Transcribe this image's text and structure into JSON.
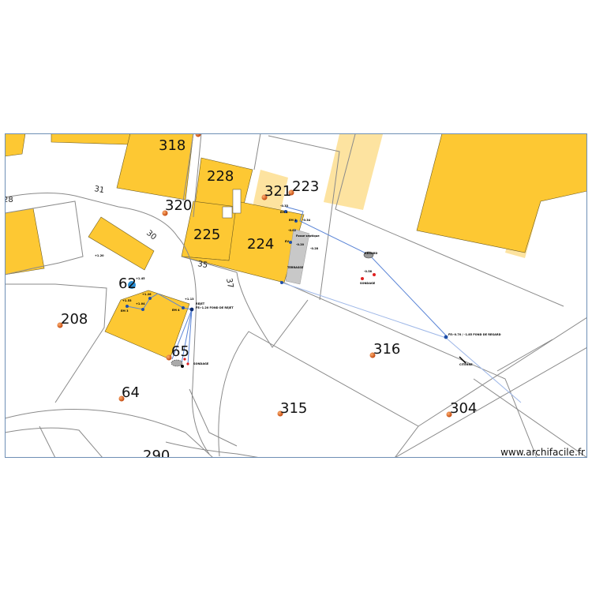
{
  "colors": {
    "building": "#fdc833",
    "building_light": "#fde3a0",
    "boundary": "#8a8a8a",
    "network": "#5b85d6",
    "marker": "#e8671e",
    "frame": "#6e8fb5"
  },
  "parcels": [
    "318",
    "228",
    "321",
    "223",
    "320",
    "225",
    "224",
    "62",
    "208",
    "65",
    "316",
    "64",
    "315",
    "304",
    "290",
    "28"
  ],
  "roads": [
    "31",
    "30",
    "35",
    "37"
  ],
  "annotations": {
    "fosse_septique": "Fosse septique",
    "terrasse": "TERRASSE",
    "sondage_1": "SONDAGE",
    "sondage_2": "SONDAGE",
    "citerne": "CITERNE",
    "regard": "REGARD",
    "regard_fond": "FE:-0.70 / -1.85 FOND DE REGARD",
    "rejet": "REJET",
    "rejet_fond": "FE:-1.20 FOND DE REJET",
    "eu1": "EM 1",
    "eu2": "EM 2",
    "ev": "EV",
    "eu3": "EM 3",
    "eu4": "EM 4",
    "l1": "+1.45",
    "l2": "+1.26",
    "l3": "+1.04",
    "l4": "+1.53",
    "l5": "+1.13",
    "l6": "-0.33",
    "l7": "-0.34",
    "l8": "-0.02",
    "l9": "-0.20",
    "l10": "-0.28",
    "l11": "-0.58",
    "l12": "+1.20"
  },
  "watermark": "www.archifacile.fr"
}
